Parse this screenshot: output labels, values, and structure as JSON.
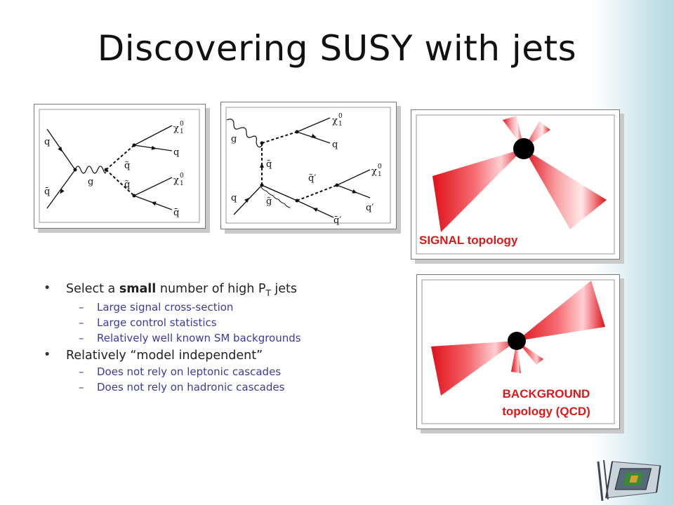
{
  "slide": {
    "title": "Discovering SUSY with jets"
  },
  "diagram1": {
    "labels": {
      "q_in": "q",
      "qbar_in": "q̄",
      "gluon": "g",
      "squark_top": "q̃",
      "squark_bottom": "q̃",
      "chi_top_sym": "χ",
      "chi_top_sup": "0",
      "chi_top_sub": "1",
      "q_out": "q",
      "chi_bot_sym": "χ",
      "chi_bot_sup": "0",
      "chi_bot_sub": "1",
      "qbar_out": "q̄"
    }
  },
  "diagram2": {
    "labels": {
      "g_in": "g",
      "q_in": "q",
      "squark_vert": "q̃",
      "gluino": "g̃",
      "squark_prime": "q̃′",
      "chi_top_sym": "χ",
      "chi_top_sup": "0",
      "chi_top_sub": "1",
      "q_out_top": "q",
      "chi_mid_sym": "χ",
      "chi_mid_sup": "0",
      "chi_mid_sub": "1",
      "qprime_out": "q′",
      "qbarprime_out": "q̄′"
    }
  },
  "signal_panel": {
    "caption": "SIGNAL topology"
  },
  "background_panel": {
    "caption_line1": "BACKGROUND",
    "caption_line2": "topology (QCD)"
  },
  "bullets": {
    "b1_pre": "Select a ",
    "b1_bold": "small",
    "b1_mid": " number of high P",
    "b1_sub": "T",
    "b1_post": " jets",
    "b1_items": [
      "Large signal cross-section",
      "Large control statistics",
      "Relatively well known SM backgrounds"
    ],
    "b2": "Relatively “model independent”",
    "b2_items": [
      "Does not rely on leptonic cascades",
      "Does not rely on hadronic cascades"
    ]
  },
  "colors": {
    "cone_dark": "#e01018",
    "cone_light": "#ffe0e0",
    "caption": "#d91a1a",
    "sub_bullet": "#3b3b9e"
  },
  "icons": {
    "detector": "detector-icon"
  }
}
